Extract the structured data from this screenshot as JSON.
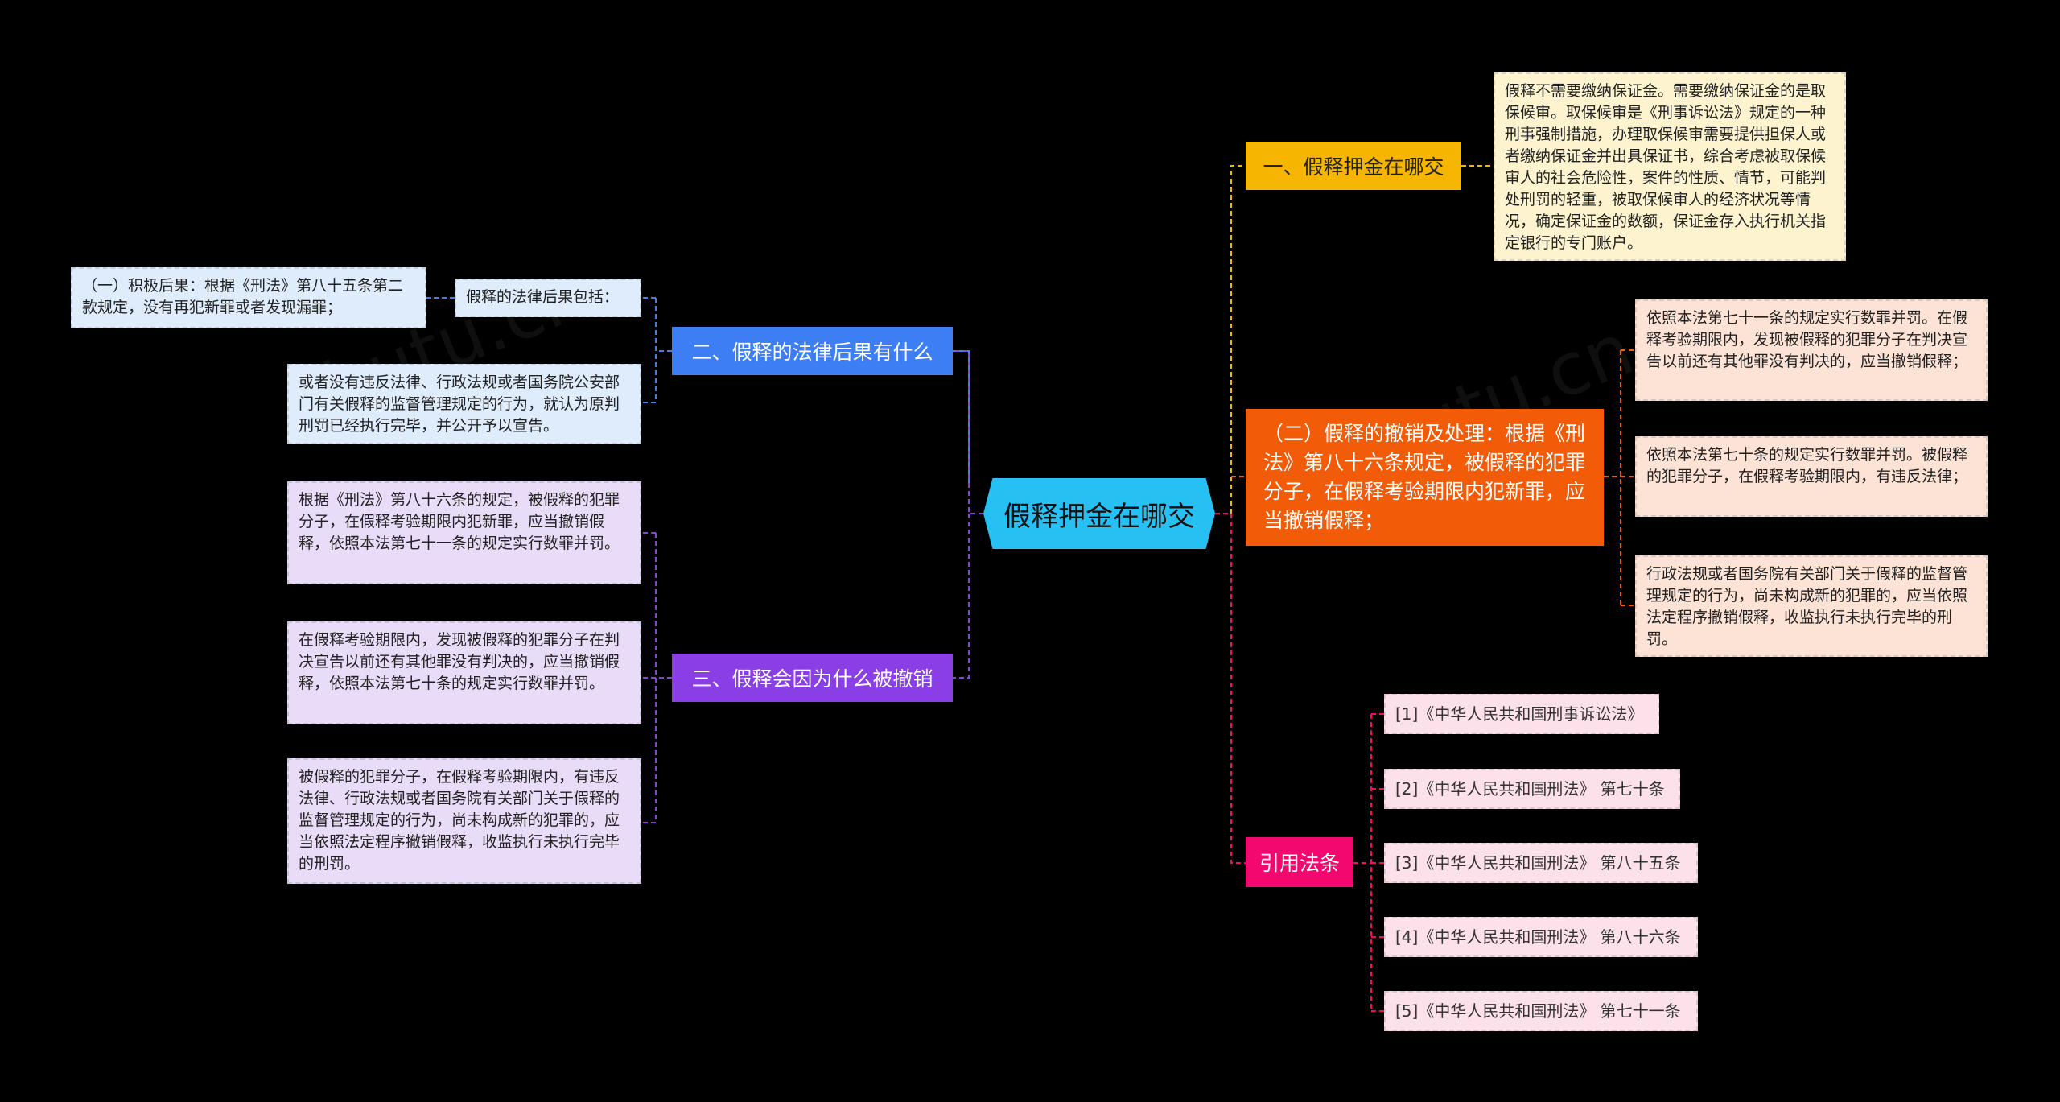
{
  "root": {
    "label": "假释押金在哪交"
  },
  "colors": {
    "root": "#27c0f2",
    "yellow": "#f6b500",
    "orange": "#f25c09",
    "pink": "#f2086e",
    "blue": "#3d7ef5",
    "purple": "#8a3ee6"
  },
  "branches": {
    "b1": {
      "label": "一、假释押金在哪交",
      "leaf": "假释不需要缴纳保证金。需要缴纳保证金的是取保候审。取保候审是《刑事诉讼法》规定的一种刑事强制措施，办理取保候审需要提供担保人或者缴纳保证金并出具保证书，综合考虑被取保候审人的社会危险性，案件的性质、情节，可能判处刑罚的轻重，被取保候审人的经济状况等情况，确定保证金的数额，保证金存入执行机关指定银行的专门账户。"
    },
    "b2": {
      "label": "（二）假释的撤销及处理：根据《刑法》第八十六条规定，被假释的犯罪分子，在假释考验期限内犯新罪，应当撤销假释；",
      "leaves": [
        "依照本法第七十一条的规定实行数罪并罚。在假释考验期限内，发现被假释的犯罪分子在判决宣告以前还有其他罪没有判决的，应当撤销假释；",
        "依照本法第七十条的规定实行数罪并罚。被假释的犯罪分子，在假释考验期限内，有违反法律；",
        "行政法规或者国务院有关部门关于假释的监督管理规定的行为，尚未构成新的犯罪的，应当依照法定程序撤销假释，收监执行未执行完毕的刑罚。"
      ]
    },
    "b3": {
      "label": "引用法条",
      "leaves": [
        "[1]《中华人民共和国刑事诉讼法》",
        "[2]《中华人民共和国刑法》 第七十条",
        "[3]《中华人民共和国刑法》 第八十五条",
        "[4]《中华人民共和国刑法》 第八十六条",
        "[5]《中华人民共和国刑法》 第七十一条"
      ]
    },
    "b4": {
      "label": "二、假释的法律后果有什么",
      "sub": "假释的法律后果包括：",
      "subleaf": "（一）积极后果：根据《刑法》第八十五条第二款规定，没有再犯新罪或者发现漏罪；",
      "leaf2": "或者没有违反法律、行政法规或者国务院公安部门有关假释的监督管理规定的行为，就认为原判刑罚已经执行完毕，并公开予以宣告。"
    },
    "b5": {
      "label": "三、假释会因为什么被撤销",
      "leaves": [
        "根据《刑法》第八十六条的规定，被假释的犯罪分子，在假释考验期限内犯新罪，应当撤销假释，依照本法第七十一条的规定实行数罪并罚。",
        "在假释考验期限内，发现被假释的犯罪分子在判决宣告以前还有其他罪没有判决的，应当撤销假释，依照本法第七十条的规定实行数罪并罚。",
        "被假释的犯罪分子，在假释考验期限内，有违反法律、行政法规或者国务院有关部门关于假释的监督管理规定的行为，尚未构成新的犯罪的，应当依照法定程序撤销假释，收监执行未执行完毕的刑罚。"
      ]
    }
  }
}
